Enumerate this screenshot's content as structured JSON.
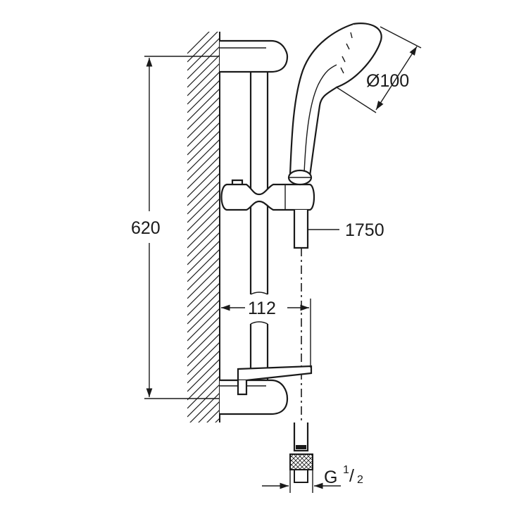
{
  "dimensions": {
    "height": "620",
    "handshower_diameter": "Ø100",
    "hose_length": "1750",
    "wall_distance": "112",
    "thread_main": "G",
    "thread_num": "1",
    "thread_slash": "/",
    "thread_den": "2"
  }
}
